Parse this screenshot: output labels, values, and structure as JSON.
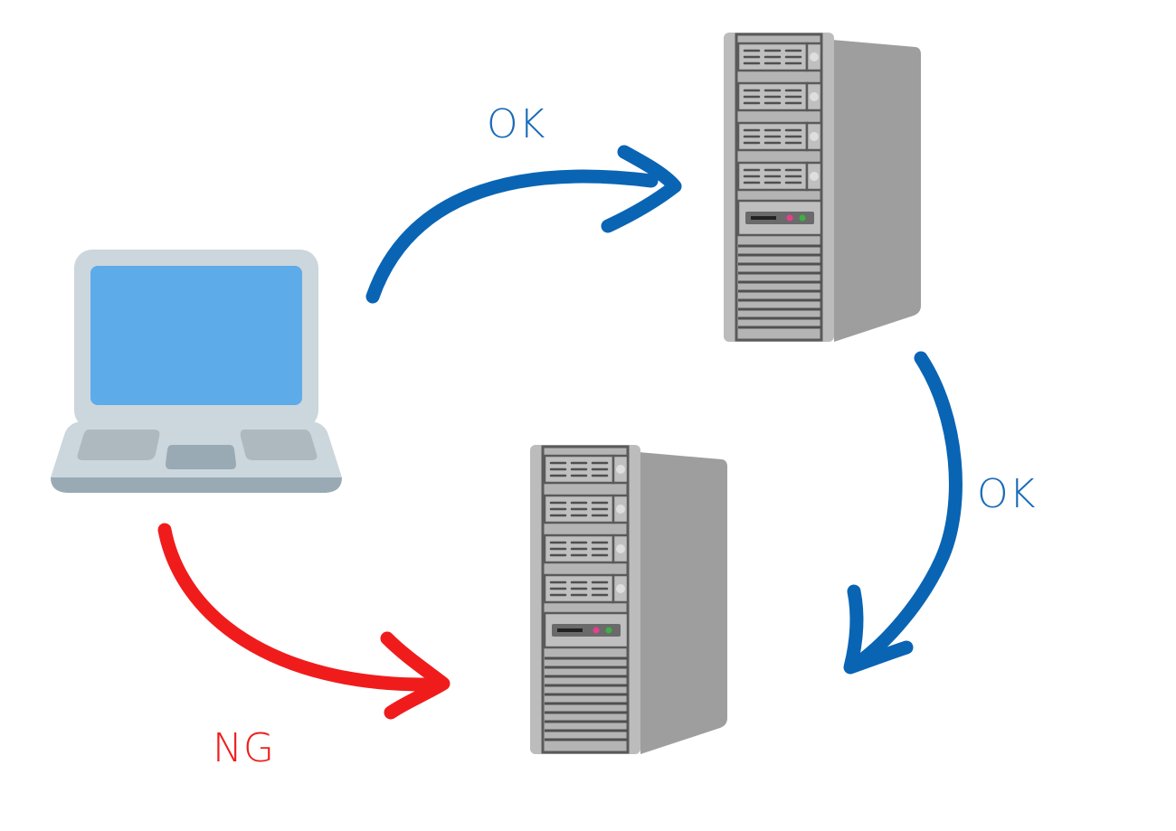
{
  "diagram": {
    "nodes": [
      {
        "id": "client",
        "kind": "laptop",
        "label": ""
      },
      {
        "id": "server_a",
        "kind": "tower-server",
        "label": ""
      },
      {
        "id": "server_b",
        "kind": "tower-server",
        "label": ""
      }
    ],
    "edges": [
      {
        "from": "client",
        "to": "server_a",
        "label": "OK",
        "status": "ok"
      },
      {
        "from": "server_a",
        "to": "server_b",
        "label": "OK",
        "status": "ok"
      },
      {
        "from": "client",
        "to": "server_b",
        "label": "NG",
        "status": "ng"
      }
    ]
  },
  "labels": {
    "ok_top": "OK",
    "ok_right": "OK",
    "ng": "NG"
  },
  "colors": {
    "ok": "#0a64b4",
    "ng": "#f01c1c",
    "laptop_screen": "#5dabe9",
    "laptop_body": "#ccd6dd",
    "laptop_dark": "#99aab5",
    "server_front": "#b8b8b8",
    "server_side": "#9c9c9c",
    "server_line": "#555555",
    "led_pink": "#e83e8c",
    "led_green": "#3cb043"
  }
}
